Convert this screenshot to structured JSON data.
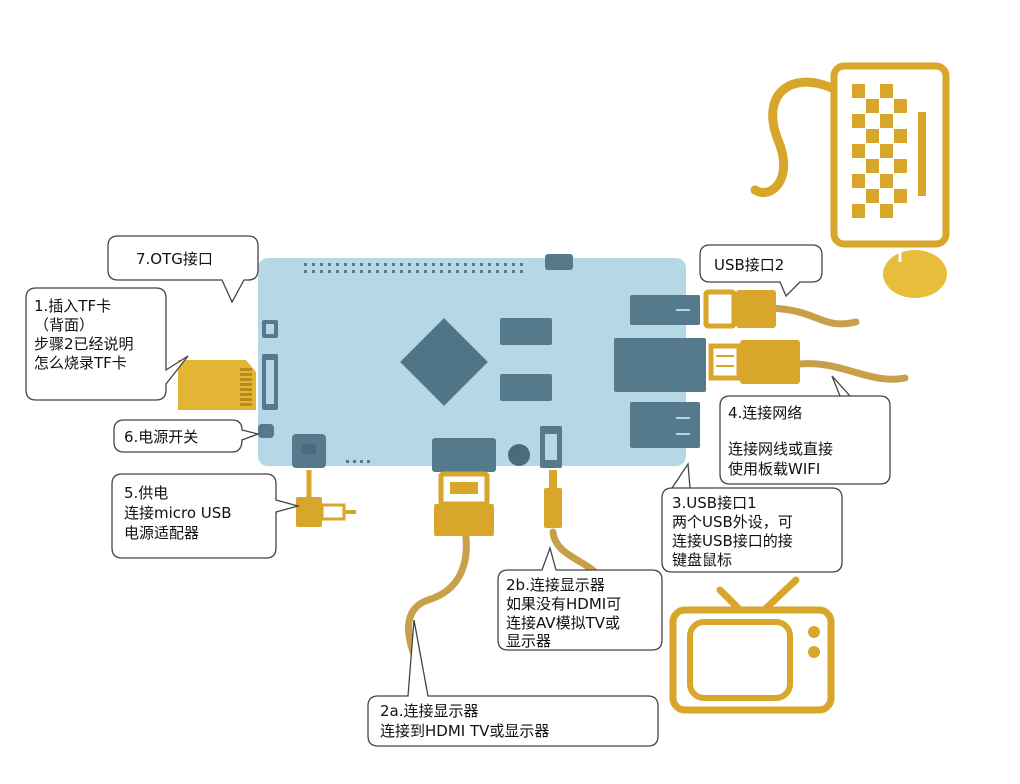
{
  "colors": {
    "board": "#b4d8e6",
    "board_stroke": "#a6cbd9",
    "component": "#557a8c",
    "component_dark": "#4a6b7c",
    "gold": "#d7a62a",
    "gold_light": "#e8bd3c",
    "gold_dark": "#b68a1c",
    "cable": "#c9a04a",
    "callout_fill": "#ffffff",
    "callout_stroke": "#444444"
  },
  "icons": {
    "keyboard": "keyboard-icon",
    "mouse": "mouse-icon",
    "tv": "tv-icon",
    "sd_card": "tf-card-icon",
    "board": "single-board-computer-icon",
    "usb_plug": "usb-plug-icon",
    "ethernet_plug": "ethernet-plug-icon",
    "hdmi_plug": "hdmi-plug-icon",
    "av_plug": "av-plug-icon",
    "power_plug": "power-plug-icon"
  },
  "callouts": {
    "otg": {
      "lines": [
        "7.OTG接口"
      ]
    },
    "tf_card": {
      "lines": [
        "1.插入TF卡",
        " （背面）",
        "步骤2已经说明",
        "怎么烧录TF卡"
      ]
    },
    "power_switch": {
      "lines": [
        "6.电源开关"
      ]
    },
    "power": {
      "lines": [
        "5.供电",
        "连接micro USB",
        "电源适配器"
      ]
    },
    "usb2": {
      "lines": [
        "USB接口2"
      ]
    },
    "network": {
      "lines": [
        "4.连接网络",
        "",
        "连接网线或直接",
        "使用板载WIFI"
      ]
    },
    "usb1": {
      "lines": [
        "3.USB接口1",
        "两个USB外设，可",
        "连接USB接口的接",
        "键盘鼠标"
      ]
    },
    "av": {
      "lines": [
        "2b.连接显示器",
        "如果没有HDMI可",
        "连接AV模拟TV或",
        "显示器"
      ]
    },
    "hdmi": {
      "lines": [
        "2a.连接显示器",
        "连接到HDMI TV或显示器"
      ]
    }
  }
}
